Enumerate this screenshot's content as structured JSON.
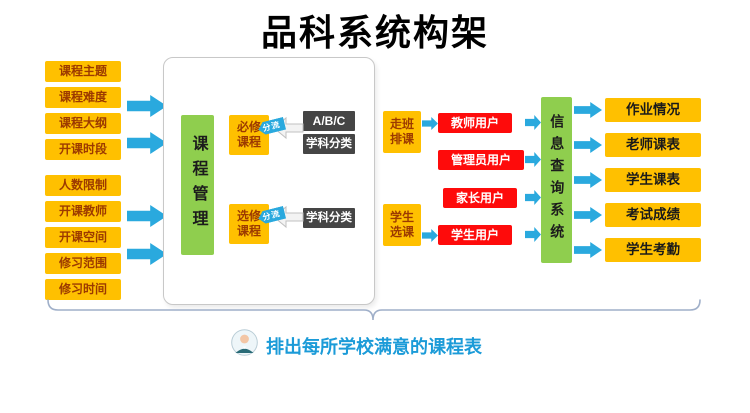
{
  "title": "品科系统构架",
  "left_inputs": [
    "课程主题",
    "课程难度",
    "课程大纲",
    "开课时段",
    "人数限制",
    "开课教师",
    "开课空间",
    "修习范围",
    "修习时间"
  ],
  "center_panel": {
    "course_management": "课程管理",
    "required_course": "必修课程",
    "elective_course": "选修课程",
    "split_label_top": "分流",
    "split_label_bottom": "分流",
    "abc_label": "A/B/C",
    "subject_class_top": "学科分类",
    "subject_class_bottom": "学科分类"
  },
  "scheduling": {
    "class_scheduling": "走班排课",
    "student_selection": "学生选课"
  },
  "users": [
    "教师用户",
    "管理员用户",
    "家长用户",
    "学生用户"
  ],
  "query_system": "信息查询系统",
  "outputs": [
    "作业情况",
    "老师课表",
    "学生课表",
    "考试成绩",
    "学生考勤"
  ],
  "footer": {
    "slogan": "排出每所学校满意的课程表"
  },
  "colors": {
    "yellow": "#FFC000",
    "green": "#8FCE4E",
    "red": "#FE0B0B",
    "dark_gray": "#454545",
    "cyan_arrow": "#2AA9DE",
    "slogan_blue": "#1B9BD8"
  }
}
